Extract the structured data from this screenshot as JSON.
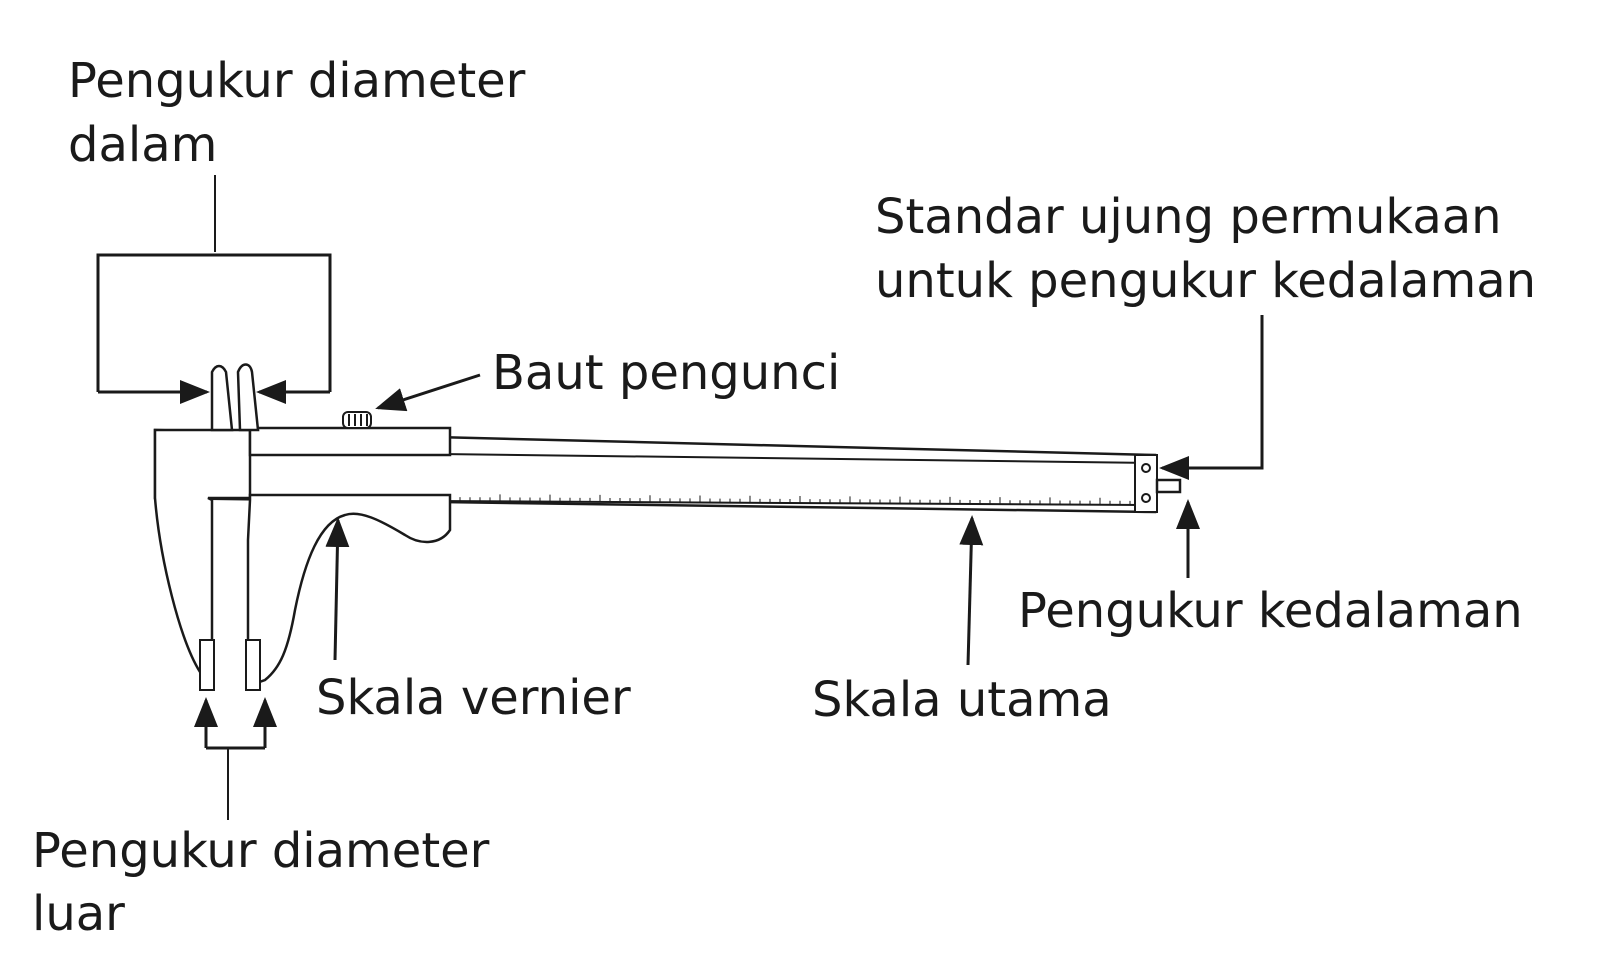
{
  "labels": {
    "inner_diameter_line1": "Pengukur diameter",
    "inner_diameter_line2": "dalam",
    "lock_screw": "Baut pengunci",
    "depth_reference_line1": "Standar ujung permukaan",
    "depth_reference_line2": "untuk pengukur kedalaman",
    "depth_gauge": "Pengukur kedalaman",
    "vernier_scale": "Skala vernier",
    "main_scale": "Skala utama",
    "outer_diameter_line1": "Pengukur diameter",
    "outer_diameter_line2": "luar"
  }
}
